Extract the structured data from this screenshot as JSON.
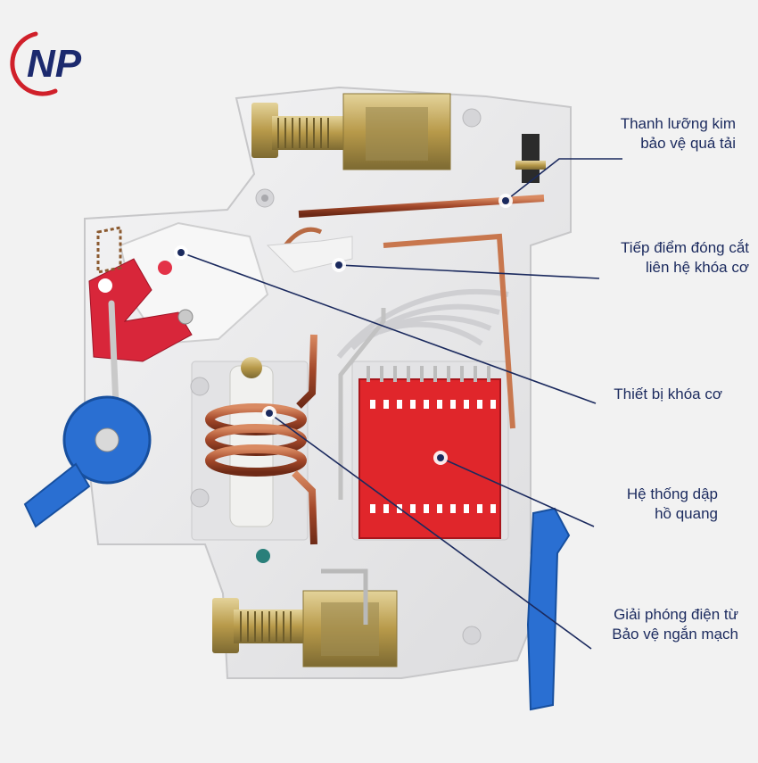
{
  "logo": {
    "text": "NP",
    "brand_color": "#1c2a6e",
    "accent_color": "#d0202a"
  },
  "colors": {
    "label_text": "#1b2a5e",
    "leader_line": "#1b2a5e",
    "housing": "#e9e9ea",
    "arc_chute": "#e0262b",
    "trip_lever_red": "#d8263a",
    "handle_blue": "#2a6fd2",
    "copper_coil": "#a3482a",
    "brass_terminal": "#b89a4a"
  },
  "callouts": [
    {
      "id": "thermal",
      "lines": [
        "Thanh lưỡng kim",
        "bảo vệ quá tải"
      ]
    },
    {
      "id": "contact",
      "lines": [
        "Tiếp điểm đóng cắt",
        "liên hệ khóa cơ"
      ]
    },
    {
      "id": "lock",
      "lines": [
        "Thiết bị khóa cơ"
      ]
    },
    {
      "id": "arc",
      "lines": [
        "Hệ thống dập",
        "hồ quang"
      ]
    },
    {
      "id": "magnetic",
      "lines": [
        "Giải phóng điện từ",
        "Bảo vệ ngắn mạch"
      ]
    }
  ]
}
